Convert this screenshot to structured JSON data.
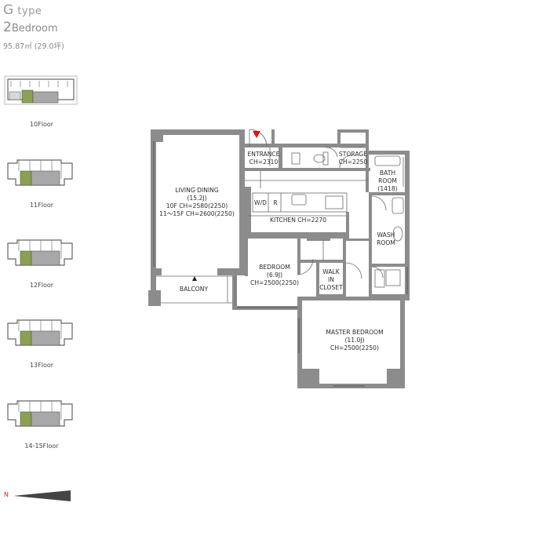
{
  "header": {
    "type_letter": "G",
    "type_word": "type",
    "bed_count": "2",
    "bed_word": "Bedroom",
    "area": "95.87㎡ (29.0坪)"
  },
  "floors": [
    {
      "label": "10Floor"
    },
    {
      "label": "11Floor"
    },
    {
      "label": "12Floor"
    },
    {
      "label": "13Floor"
    },
    {
      "label": "14-15Floor"
    }
  ],
  "rooms": {
    "entrance": {
      "name": "ENTRANCE",
      "ch": "CH=2310"
    },
    "storage": {
      "name": "STORAGE",
      "ch": "CH=2250"
    },
    "bathroom": {
      "name_1": "BATH",
      "name_2": "ROOM",
      "size": "(1418)"
    },
    "living": {
      "name": "LIVING·DINING",
      "size": "(15.2J)",
      "ch_1": "10F CH=2580(2250)",
      "ch_2": "11～15F CH=2600(2250)"
    },
    "kitchen": {
      "wd": "W/D",
      "r": "R",
      "name": "KITCHEN CH=2270"
    },
    "washroom": {
      "name_1": "WASH",
      "name_2": "ROOM"
    },
    "bedroom": {
      "name": "BEDROOM",
      "size": "(6.9J)",
      "ch": "CH=2500(2250)"
    },
    "walkin": {
      "line_1": "WALK",
      "line_2": "IN",
      "line_3": "CLOSET"
    },
    "balcony": {
      "name": "BALCONY"
    },
    "master": {
      "name": "MASTER BEDROOM",
      "size": "(11.0J)",
      "ch": "CH=2500(2250)"
    }
  },
  "compass": {
    "label": "N"
  },
  "colors": {
    "wall": "#8c8c8c",
    "highlight": "#8ca050",
    "unit_fill": "#a8a8a8",
    "entry_marker": "#e01010"
  }
}
